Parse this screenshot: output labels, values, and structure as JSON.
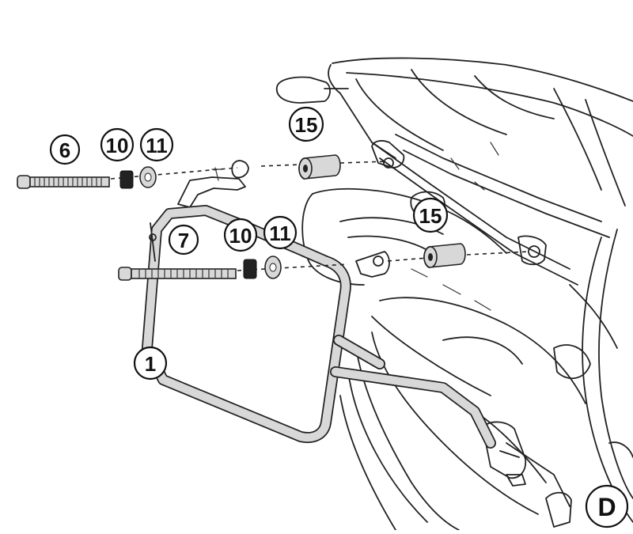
{
  "diagram": {
    "callouts": [
      {
        "id": "c6",
        "label": "6"
      },
      {
        "id": "c10a",
        "label": "10"
      },
      {
        "id": "c11a",
        "label": "11"
      },
      {
        "id": "c15a",
        "label": "15"
      },
      {
        "id": "c7",
        "label": "7"
      },
      {
        "id": "c10b",
        "label": "10"
      },
      {
        "id": "c11b",
        "label": "11"
      },
      {
        "id": "c15b",
        "label": "15"
      },
      {
        "id": "c1",
        "label": "1"
      },
      {
        "id": "cD",
        "label": "D"
      }
    ]
  }
}
